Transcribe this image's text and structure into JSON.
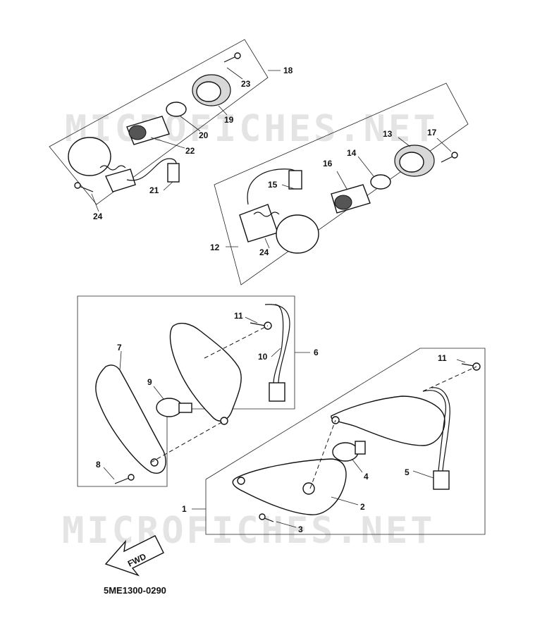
{
  "watermark": "MICROFICHES.NET",
  "diagram_code": "5ME1300-0290",
  "fwd_label": "FWD",
  "callouts": {
    "c1": "1",
    "c2": "2",
    "c3": "3",
    "c4": "4",
    "c5": "5",
    "c6": "6",
    "c7": "7",
    "c8": "8",
    "c9": "9",
    "c10": "10",
    "c11a": "11",
    "c11b": "11",
    "c12": "12",
    "c13": "13",
    "c14": "14",
    "c15": "15",
    "c16": "16",
    "c17": "17",
    "c18": "18",
    "c19": "19",
    "c20": "20",
    "c21": "21",
    "c22": "22",
    "c23": "23",
    "c24a": "24",
    "c24b": "24"
  }
}
